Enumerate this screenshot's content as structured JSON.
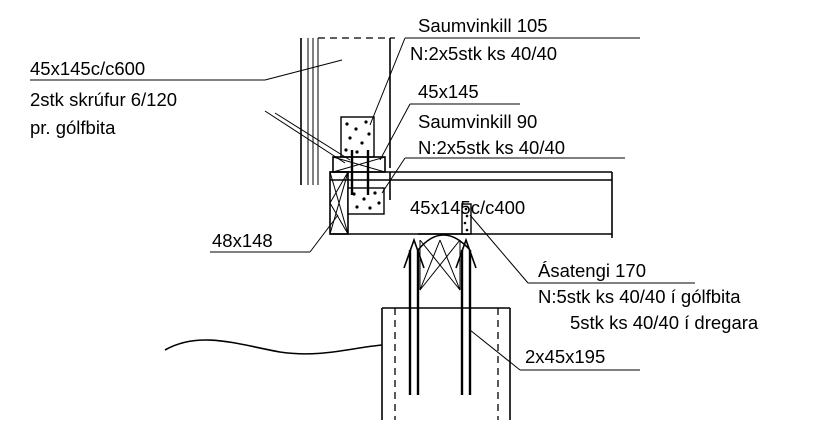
{
  "labels": {
    "stud": "45x145c/c600",
    "screws_1": "2stk skrúfur 6/120",
    "screws_2": "pr. gólfbita",
    "angle_105": "Saumvinkill 105",
    "angle_105_nails": "N:2x5stk ks 40/40",
    "block": "45x145",
    "angle_90": "Saumvinkill 90",
    "angle_90_nails": "N:2x5stk ks 40/40",
    "joist": "45x145c/c400",
    "rim": "48x148",
    "hanger": "Ásatengi 170",
    "hanger_nails_1": "N:5stk ks 40/40 í gólfbita",
    "hanger_nails_2": "5stk ks 40/40 í dregara",
    "beam": "2x45x195"
  },
  "colors": {
    "ink": "#000000",
    "paper": "#ffffff"
  }
}
